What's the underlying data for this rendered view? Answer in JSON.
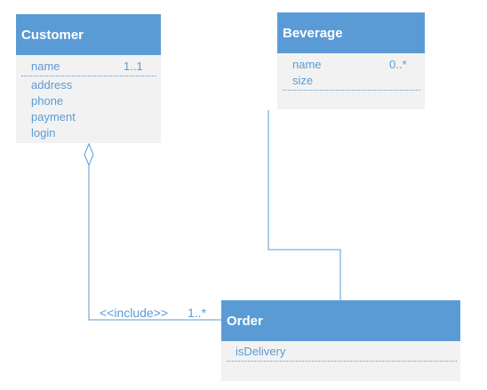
{
  "customer": {
    "title": "Customer",
    "attributes": [
      {
        "name": "name",
        "multiplicity": "1..1"
      },
      {
        "name": "address"
      },
      {
        "name": "phone"
      },
      {
        "name": "payment"
      },
      {
        "name": "login"
      }
    ]
  },
  "beverage": {
    "title": "Beverage",
    "attributes": [
      {
        "name": "name",
        "multiplicity": "0..*"
      },
      {
        "name": "size"
      }
    ]
  },
  "order": {
    "title": "Order",
    "attributes": [
      {
        "name": "isDelivery"
      }
    ]
  },
  "relations": {
    "customer_order": {
      "stereotype": "<<include>>",
      "multiplicity": "1..*"
    }
  },
  "colors": {
    "header": "#5b9bd5",
    "body": "#f2f2f2",
    "text": "#5b9bd5",
    "line": "#5b9bd5"
  }
}
